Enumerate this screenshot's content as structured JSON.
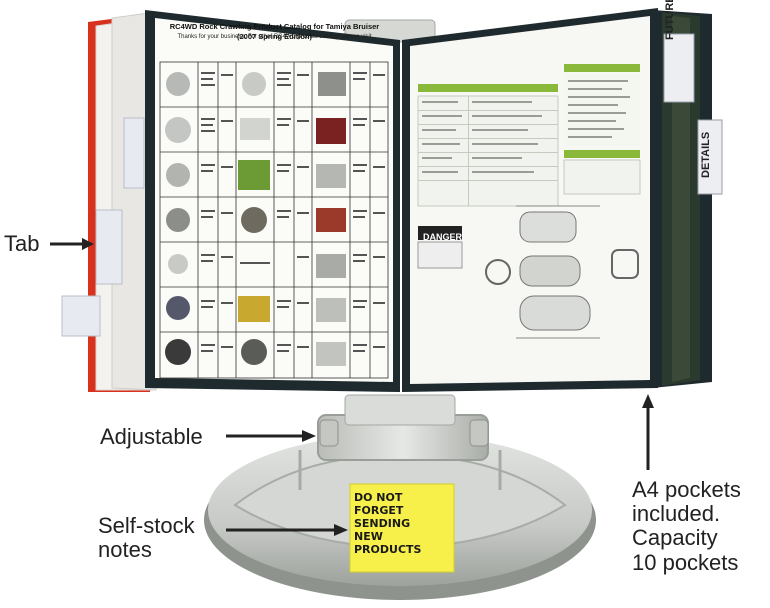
{
  "labels": {
    "tab": "Tab",
    "adjustable": "Adjustable",
    "self_stock_notes": "Self-stock notes",
    "pockets_line1": "A4 pockets",
    "pockets_line2": "included.",
    "pockets_line3": "Capacity",
    "pockets_line4": "10 pockets"
  },
  "sticky_note": {
    "line1": "DO NOT",
    "line2": "FORGET",
    "line3": "SENDING",
    "line4": "NEW",
    "line5": "PRODUCTS"
  },
  "catalog": {
    "title": "RC4WD Rock Crawling Product Catalog for Tamiya Bruiser (2007 Spring Edition)",
    "subtitle": "Thanks for your business. For other RC4WD product catalog, please visit"
  },
  "tabs": {
    "future": "FUTURE",
    "details": "DETAILS"
  },
  "danger_label": "DANGER",
  "colors": {
    "pocket_frame": "#1f2a2e",
    "tab_red": "#d8321f",
    "sticky_note": "#f7f04a",
    "base_grey": "#c9ccc8",
    "spec_green": "#8ab83a"
  }
}
